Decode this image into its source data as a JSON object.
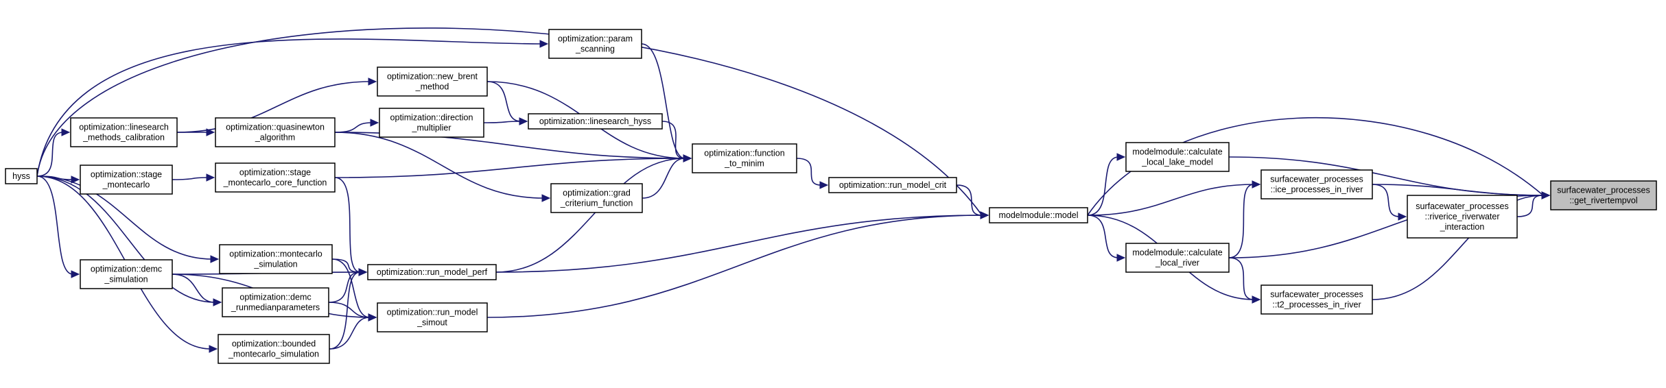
{
  "nodes": [
    {
      "id": "hyss",
      "lines": [
        "hyss"
      ]
    },
    {
      "id": "ls_calib",
      "lines": [
        "optimization::linesearch",
        "_methods_calibration"
      ]
    },
    {
      "id": "stage_mc",
      "lines": [
        "optimization::stage",
        "_montecarlo"
      ]
    },
    {
      "id": "demc_sim",
      "lines": [
        "optimization::demc",
        "_simulation"
      ]
    },
    {
      "id": "param_scan",
      "lines": [
        "optimization::param",
        "_scanning"
      ]
    },
    {
      "id": "new_brent",
      "lines": [
        "optimization::new_brent",
        "_method"
      ]
    },
    {
      "id": "direction",
      "lines": [
        "optimization::direction",
        "_multiplier"
      ]
    },
    {
      "id": "quasinewton",
      "lines": [
        "optimization::quasinewton",
        "_algorithm"
      ]
    },
    {
      "id": "stage_core",
      "lines": [
        "optimization::stage",
        "_montecarlo_core_function"
      ]
    },
    {
      "id": "linesearch_hyss",
      "lines": [
        "optimization::linesearch_hyss"
      ]
    },
    {
      "id": "grad_crit",
      "lines": [
        "optimization::grad",
        "_criterium_function"
      ]
    },
    {
      "id": "mc_sim",
      "lines": [
        "optimization::montecarlo",
        "_simulation"
      ]
    },
    {
      "id": "demc_runmed",
      "lines": [
        "optimization::demc",
        "_runmedianparameters"
      ]
    },
    {
      "id": "bounded_mc",
      "lines": [
        "optimization::bounded",
        "_montecarlo_simulation"
      ]
    },
    {
      "id": "run_perf",
      "lines": [
        "optimization::run_model_perf"
      ]
    },
    {
      "id": "run_simout",
      "lines": [
        "optimization::run_model",
        "_simout"
      ]
    },
    {
      "id": "func_minim",
      "lines": [
        "optimization::function",
        "_to_minim"
      ]
    },
    {
      "id": "run_crit",
      "lines": [
        "optimization::run_model_crit"
      ]
    },
    {
      "id": "model",
      "lines": [
        "modelmodule::model"
      ]
    },
    {
      "id": "calc_lake",
      "lines": [
        "modelmodule::calculate",
        "_local_lake_model"
      ]
    },
    {
      "id": "ice_proc",
      "lines": [
        "surfacewater_processes",
        "::ice_processes_in_river"
      ]
    },
    {
      "id": "calc_river",
      "lines": [
        "modelmodule::calculate",
        "_local_river"
      ]
    },
    {
      "id": "t2_proc",
      "lines": [
        "surfacewater_processes",
        "::t2_processes_in_river"
      ]
    },
    {
      "id": "riverice",
      "lines": [
        "surfacewater_processes",
        "::riverice_riverwater",
        "_interaction"
      ]
    },
    {
      "id": "target",
      "lines": [
        "surfacewater_processes",
        "::get_rivertempvol"
      ]
    }
  ],
  "edges": [
    [
      "hyss",
      "ls_calib"
    ],
    [
      "hyss",
      "stage_mc"
    ],
    [
      "hyss",
      "demc_sim"
    ],
    [
      "hyss",
      "param_scan"
    ],
    [
      "hyss",
      "model"
    ],
    [
      "hyss",
      "mc_sim"
    ],
    [
      "hyss",
      "demc_runmed"
    ],
    [
      "hyss",
      "bounded_mc"
    ],
    [
      "ls_calib",
      "new_brent"
    ],
    [
      "ls_calib",
      "quasinewton"
    ],
    [
      "stage_mc",
      "stage_core"
    ],
    [
      "demc_sim",
      "run_perf"
    ],
    [
      "demc_sim",
      "demc_runmed"
    ],
    [
      "demc_sim",
      "run_simout"
    ],
    [
      "quasinewton",
      "direction"
    ],
    [
      "quasinewton",
      "func_minim"
    ],
    [
      "quasinewton",
      "grad_crit"
    ],
    [
      "direction",
      "linesearch_hyss"
    ],
    [
      "new_brent",
      "linesearch_hyss"
    ],
    [
      "new_brent",
      "func_minim"
    ],
    [
      "param_scan",
      "func_minim"
    ],
    [
      "linesearch_hyss",
      "func_minim"
    ],
    [
      "grad_crit",
      "func_minim"
    ],
    [
      "stage_core",
      "run_perf"
    ],
    [
      "stage_core",
      "func_minim"
    ],
    [
      "mc_sim",
      "run_perf"
    ],
    [
      "mc_sim",
      "run_simout"
    ],
    [
      "demc_runmed",
      "run_perf"
    ],
    [
      "demc_runmed",
      "run_simout"
    ],
    [
      "bounded_mc",
      "run_perf"
    ],
    [
      "bounded_mc",
      "run_simout"
    ],
    [
      "run_perf",
      "func_minim"
    ],
    [
      "run_perf",
      "model"
    ],
    [
      "run_simout",
      "model"
    ],
    [
      "func_minim",
      "run_crit"
    ],
    [
      "run_crit",
      "model"
    ],
    [
      "model",
      "calc_lake"
    ],
    [
      "model",
      "ice_proc"
    ],
    [
      "model",
      "calc_river"
    ],
    [
      "model",
      "t2_proc"
    ],
    [
      "model",
      "target"
    ],
    [
      "calc_lake",
      "target"
    ],
    [
      "ice_proc",
      "riverice"
    ],
    [
      "ice_proc",
      "target"
    ],
    [
      "calc_river",
      "ice_proc"
    ],
    [
      "calc_river",
      "t2_proc"
    ],
    [
      "calc_river",
      "target"
    ],
    [
      "riverice",
      "target"
    ],
    [
      "t2_proc",
      "target"
    ]
  ]
}
